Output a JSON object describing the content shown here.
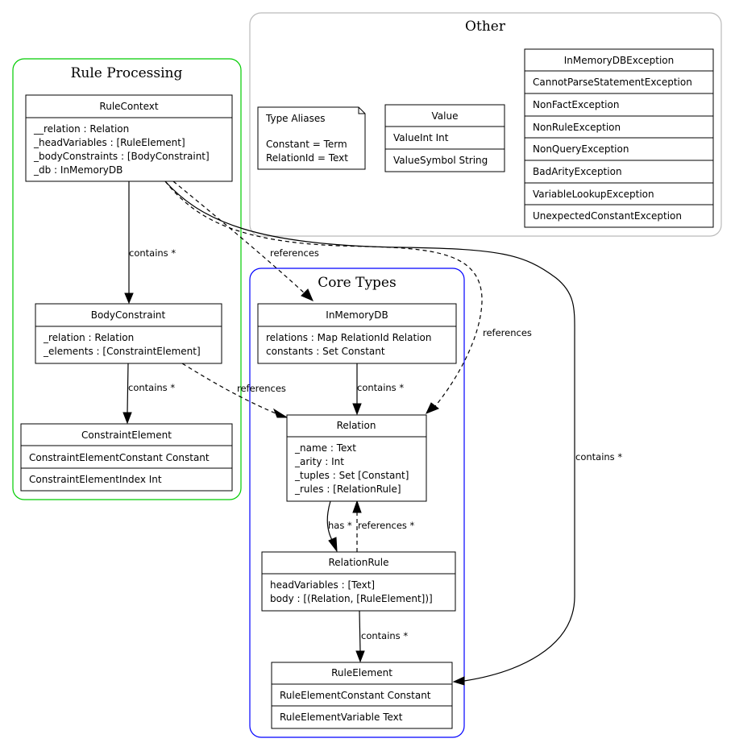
{
  "clusters": {
    "rule_processing": {
      "title": "Rule Processing",
      "color": "#00cc00"
    },
    "core_types": {
      "title": "Core Types",
      "color": "#0000ff"
    },
    "other": {
      "title": "Other",
      "color": "#bbbbbb"
    }
  },
  "classes": {
    "rule_context": {
      "name": "RuleContext",
      "fields": [
        "__relation : Relation",
        "_headVariables : [RuleElement]",
        "_bodyConstraints : [BodyConstraint]",
        "_db : InMemoryDB"
      ]
    },
    "body_constraint": {
      "name": "BodyConstraint",
      "fields": [
        "_relation : Relation",
        "_elements : [ConstraintElement]"
      ]
    },
    "constraint_element": {
      "name": "ConstraintElement",
      "constructors": [
        "ConstraintElementConstant Constant",
        "ConstraintElementIndex Int"
      ]
    },
    "in_memory_db": {
      "name": "InMemoryDB",
      "fields": [
        "relations : Map RelationId Relation",
        "constants : Set Constant"
      ]
    },
    "relation": {
      "name": "Relation",
      "fields": [
        "_name : Text",
        "_arity : Int",
        "_tuples : Set [Constant]",
        "_rules : [RelationRule]"
      ]
    },
    "relation_rule": {
      "name": "RelationRule",
      "fields": [
        "headVariables : [Text]",
        "body : [(Relation, [RuleElement])]"
      ]
    },
    "rule_element": {
      "name": "RuleElement",
      "constructors": [
        "RuleElementConstant Constant",
        "RuleElementVariable Text"
      ]
    },
    "value": {
      "name": "Value",
      "constructors": [
        "ValueInt Int",
        "ValueSymbol String"
      ]
    },
    "exceptions": {
      "name": "InMemoryDBException",
      "constructors": [
        "CannotParseStatementException",
        "NonFactException",
        "NonRuleException",
        "NonQueryException",
        "BadArityException",
        "VariableLookupException",
        "UnexpectedConstantException"
      ]
    }
  },
  "note": {
    "lines": [
      "Type Aliases",
      "",
      "Constant = Term",
      "RelationId = Text"
    ]
  },
  "edges": {
    "rc_bc": "contains *",
    "rc_db": "references",
    "rc_rel": "references",
    "rc_re": "contains *",
    "bc_ce": "contains *",
    "bc_rel": "references",
    "db_rel": "contains *",
    "rel_rr": "has *",
    "rr_rel": "references *",
    "rr_re": "contains *"
  }
}
